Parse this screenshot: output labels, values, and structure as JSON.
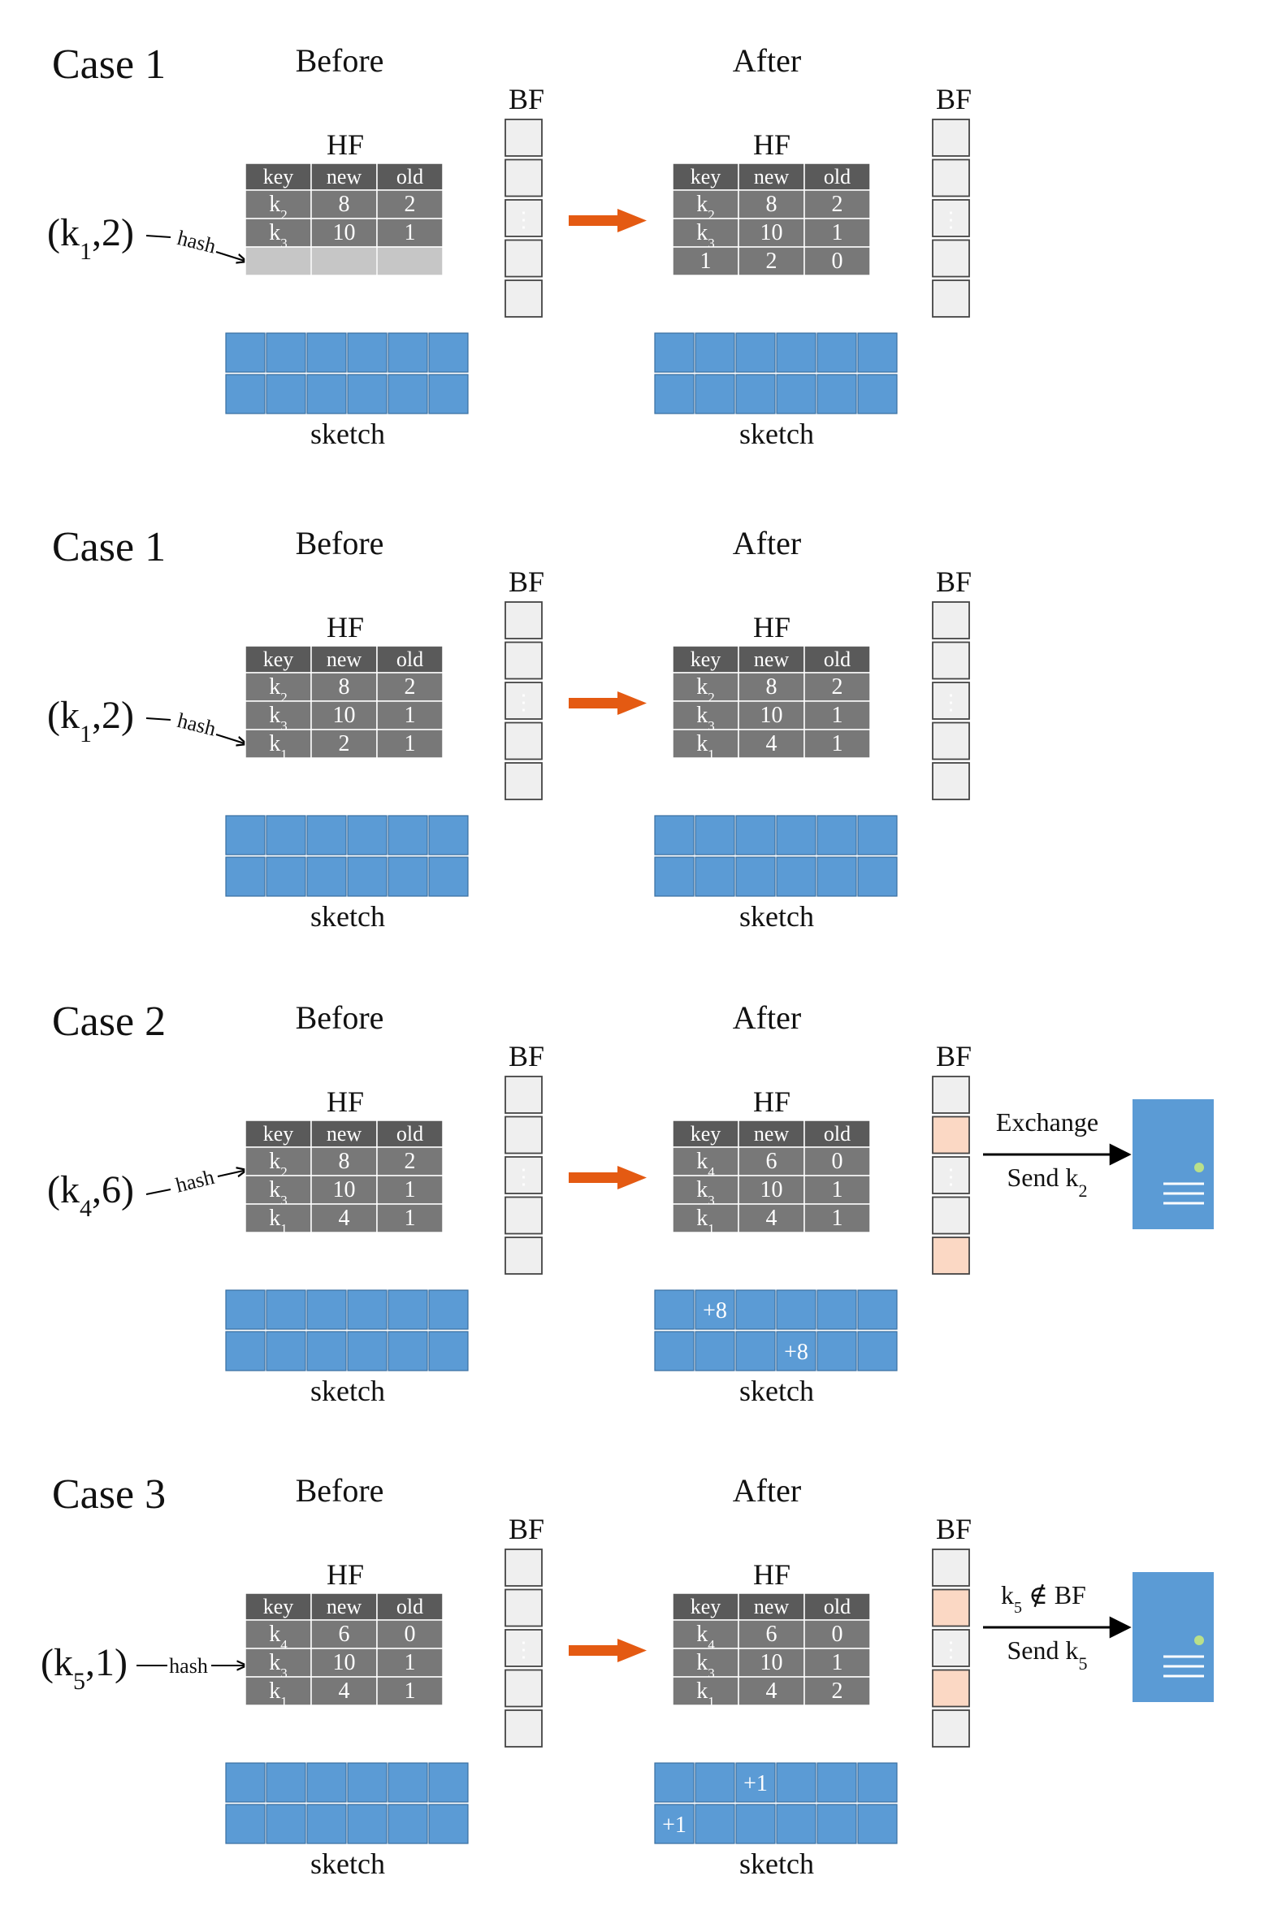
{
  "colors": {
    "table_header": "#5a5a5a",
    "table_body": "#787878",
    "table_empty_row": "#c6c6c6",
    "highlight_text": "#ee7d38",
    "arrow": "#e45a12",
    "sketch_cell": "#5b9bd5",
    "bf_cell": "#efefef",
    "bf_highlight": "#fbd8c4",
    "server": "#5b9bd5",
    "server_led": "#b9e08a"
  },
  "labels": {
    "before": "Before",
    "after": "After",
    "bf": "BF",
    "hf": "HF",
    "sketch": "sketch",
    "hash": "hash",
    "ellipsis": "⋮",
    "headers": [
      "key",
      "new",
      "old"
    ]
  },
  "cases": [
    {
      "title": "Case 1",
      "input": {
        "key": "k",
        "sub": "1",
        "value": "2"
      },
      "before_rows": [
        {
          "key": "k",
          "sub": "2",
          "new": "8",
          "old": "2"
        },
        {
          "key": "k",
          "sub": "3",
          "new": "10",
          "old": "1"
        },
        {
          "empty": true
        }
      ],
      "after_rows": [
        {
          "key": "k",
          "sub": "2",
          "new": "8",
          "old": "2"
        },
        {
          "key": "k",
          "sub": "3",
          "new": "10",
          "old": "1"
        },
        {
          "key": "1",
          "sub": "",
          "new": "2",
          "old": "0",
          "hl": [
            "key",
            "new",
            "old"
          ]
        }
      ],
      "bf_after_highlight": [],
      "sketch_after": [],
      "message": null
    },
    {
      "title": "Case 1",
      "input": {
        "key": "k",
        "sub": "1",
        "value": "2"
      },
      "before_rows": [
        {
          "key": "k",
          "sub": "2",
          "new": "8",
          "old": "2"
        },
        {
          "key": "k",
          "sub": "3",
          "new": "10",
          "old": "1"
        },
        {
          "key": "k",
          "sub": "1",
          "new": "2",
          "old": "1"
        }
      ],
      "after_rows": [
        {
          "key": "k",
          "sub": "2",
          "new": "8",
          "old": "2"
        },
        {
          "key": "k",
          "sub": "3",
          "new": "10",
          "old": "1"
        },
        {
          "key": "k",
          "sub": "1",
          "new": "4",
          "old": "1",
          "hl": [
            "new"
          ]
        }
      ],
      "bf_after_highlight": [],
      "sketch_after": [],
      "message": null
    },
    {
      "title": "Case 2",
      "input": {
        "key": "k",
        "sub": "4",
        "value": "6"
      },
      "before_rows": [
        {
          "key": "k",
          "sub": "2",
          "new": "8",
          "old": "2"
        },
        {
          "key": "k",
          "sub": "3",
          "new": "10",
          "old": "1"
        },
        {
          "key": "k",
          "sub": "1",
          "new": "4",
          "old": "1"
        }
      ],
      "after_rows": [
        {
          "key": "k",
          "sub": "4",
          "new": "6",
          "old": "0",
          "hl": [
            "key",
            "new",
            "old"
          ]
        },
        {
          "key": "k",
          "sub": "3",
          "new": "10",
          "old": "1"
        },
        {
          "key": "k",
          "sub": "1",
          "new": "4",
          "old": "1"
        }
      ],
      "bf_after_highlight": [
        1,
        4
      ],
      "sketch_after": [
        {
          "row": 0,
          "col": 1,
          "text": "+8"
        },
        {
          "row": 1,
          "col": 3,
          "text": "+8"
        }
      ],
      "message": {
        "line1": "Exchange",
        "line1_sub": "",
        "line2": "Send k",
        "line2_sub": "2"
      }
    },
    {
      "title": "Case 3",
      "input": {
        "key": "k",
        "sub": "5",
        "value": "1"
      },
      "before_rows": [
        {
          "key": "k",
          "sub": "4",
          "new": "6",
          "old": "0"
        },
        {
          "key": "k",
          "sub": "3",
          "new": "10",
          "old": "1"
        },
        {
          "key": "k",
          "sub": "1",
          "new": "4",
          "old": "1"
        }
      ],
      "after_rows": [
        {
          "key": "k",
          "sub": "4",
          "new": "6",
          "old": "0"
        },
        {
          "key": "k",
          "sub": "3",
          "new": "10",
          "old": "1"
        },
        {
          "key": "k",
          "sub": "1",
          "new": "4",
          "old": "2",
          "hl": [
            "old"
          ]
        }
      ],
      "bf_after_highlight": [
        1,
        3
      ],
      "sketch_after": [
        {
          "row": 0,
          "col": 2,
          "text": "+1"
        },
        {
          "row": 1,
          "col": 0,
          "text": "+1"
        }
      ],
      "message": {
        "line1": "k",
        "line1_sub": "5",
        "line1_rest": " ∉ BF",
        "line2": "Send k",
        "line2_sub": "5"
      }
    }
  ]
}
